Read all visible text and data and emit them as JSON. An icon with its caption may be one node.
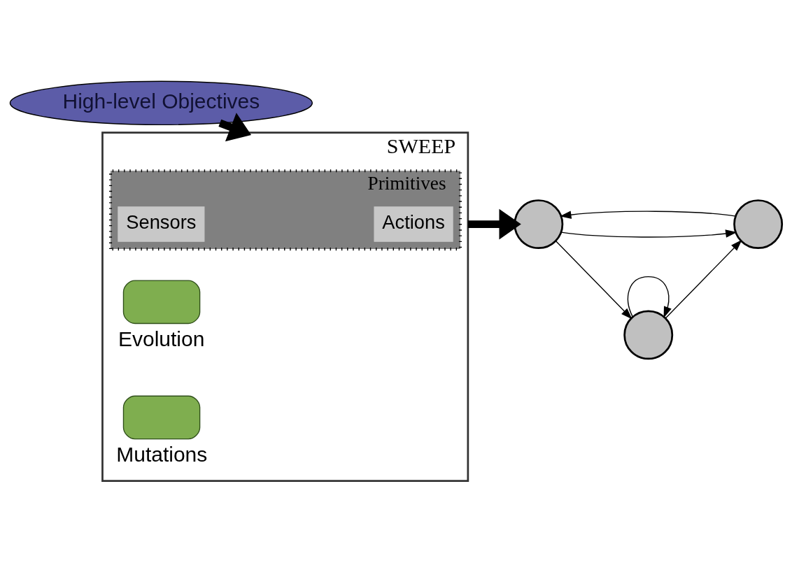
{
  "diagram": {
    "nodes": [
      {
        "text": [
          "High-level Objectives"
        ]
      },
      {
        "text": [
          "SWEEP"
        ]
      },
      {
        "text": [
          "Primitives"
        ],
        "in": 1
      },
      {
        "text": [
          "Actions"
        ],
        "in": 2
      },
      {
        "text": [
          "Sensors"
        ],
        "in": 2
      },
      {
        "text": [],
        "shape": "arrow",
        "in": 1,
        "beside": [
          "Evolution"
        ]
      },
      {
        "text": [],
        "shape": "arrow",
        "in": 1,
        "beside": [
          "Mutations"
        ]
      },
      {
        "text": [],
        "shape": "circle"
      },
      {
        "text": [],
        "shape": "circle"
      },
      {
        "text": [],
        "shape": "circle"
      }
    ],
    "edges": [
      {
        "from": 0,
        "to": 1,
        "arrow": "to",
        "style": "thick"
      },
      {
        "from": 1,
        "to": 7,
        "arrow": "to",
        "style": "thick"
      },
      {
        "from": 7,
        "to": 8,
        "arrow": "to"
      },
      {
        "from": 8,
        "to": 7,
        "arrow": "to"
      },
      {
        "from": 7,
        "to": 9,
        "arrow": "to"
      },
      {
        "from": 9,
        "to": 8,
        "arrow": "to"
      },
      {
        "from": 9,
        "to": 9,
        "arrow": "to"
      }
    ]
  }
}
